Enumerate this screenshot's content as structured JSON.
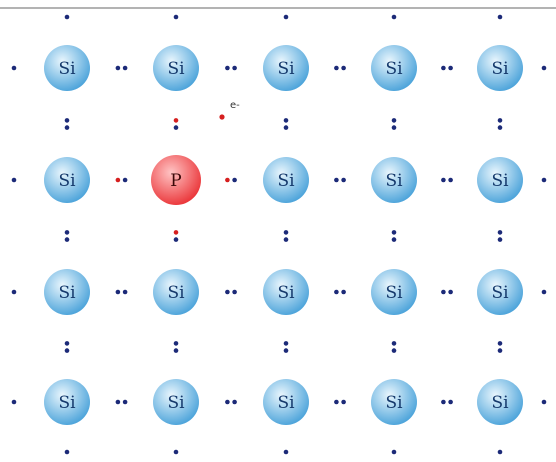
{
  "lattice": {
    "host_symbol": "Si",
    "dopant_symbol": "P",
    "rows": 4,
    "cols": 5,
    "dopant_position": {
      "row": 2,
      "col": 2
    },
    "free_electron_label": "e-"
  },
  "colors": {
    "host_atom": "#3a9ad6",
    "host_atom_highlight": "#e9f6fd",
    "dopant_atom": "#e8262a",
    "dopant_atom_highlight": "#ffc4c4",
    "bond_electron": "#1c2a78",
    "dopant_electron": "#d61f1f",
    "host_label": "#14386b",
    "dopant_label": "#3a0808",
    "top_line": "#9a9a9a"
  }
}
